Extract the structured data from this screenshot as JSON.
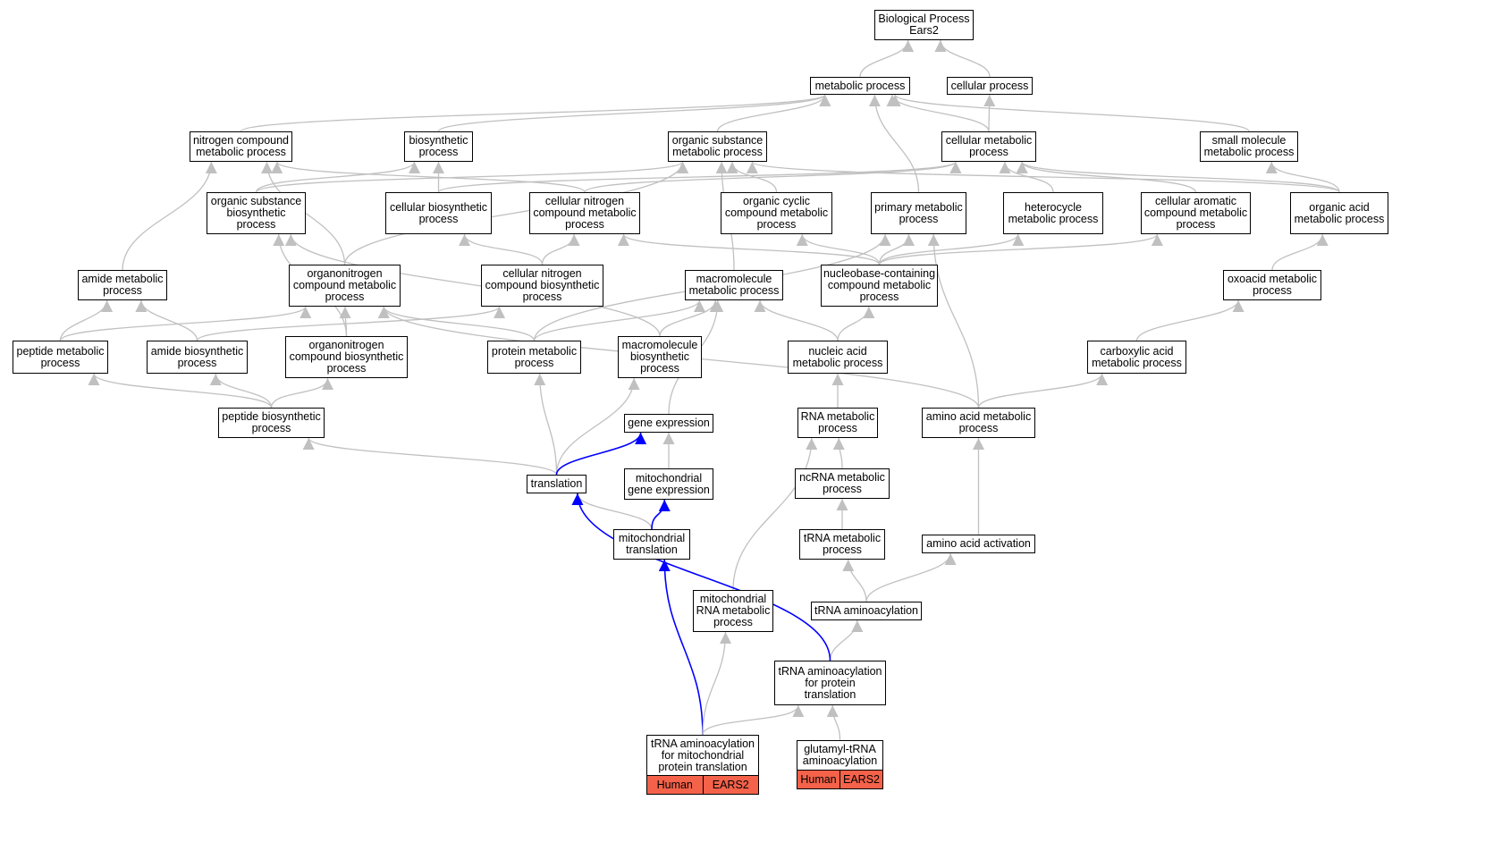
{
  "colors": {
    "edge": "#c0c0c0",
    "highlight": "#0000ff",
    "annotation": "#f4624a",
    "border": "#000000"
  },
  "nodes": {
    "root": "Biological Process\nEars2",
    "metabolic": "metabolic process",
    "cellular_process": "cellular process",
    "nitrogen_compound": "nitrogen compound\nmetabolic process",
    "biosynthetic": "biosynthetic\nprocess",
    "organic_substance": "organic substance\nmetabolic process",
    "cellular_metabolic": "cellular metabolic\nprocess",
    "small_molecule": "small molecule\nmetabolic process",
    "org_sub_biosynth": "organic substance\nbiosynthetic\nprocess",
    "cellular_biosynth": "cellular biosynthetic\nprocess",
    "cell_nitrogen_comp": "cellular nitrogen\ncompound metabolic\nprocess",
    "organic_cyclic": "organic cyclic\ncompound metabolic\nprocess",
    "primary_metabolic": "primary metabolic\nprocess",
    "heterocycle": "heterocycle\nmetabolic process",
    "cell_aromatic": "cellular aromatic\ncompound metabolic\nprocess",
    "organic_acid": "organic acid\nmetabolic process",
    "amide_metabolic": "amide metabolic\nprocess",
    "organonitrogen_comp": "organonitrogen\ncompound metabolic\nprocess",
    "cell_nitrogen_biosynth": "cellular nitrogen\ncompound biosynthetic\nprocess",
    "macromolecule_met": "macromolecule\nmetabolic process",
    "nucleobase": "nucleobase-containing\ncompound metabolic\nprocess",
    "oxoacid": "oxoacid metabolic\nprocess",
    "peptide_metabolic": "peptide metabolic\nprocess",
    "amide_biosynth": "amide biosynthetic\nprocess",
    "organonitrogen_biosynth": "organonitrogen\ncompound biosynthetic\nprocess",
    "protein_metabolic": "protein metabolic\nprocess",
    "macromolecule_biosynth": "macromolecule\nbiosynthetic\nprocess",
    "nucleic_acid": "nucleic acid\nmetabolic process",
    "carboxylic_acid": "carboxylic acid\nmetabolic process",
    "peptide_biosynth": "peptide biosynthetic\nprocess",
    "gene_expression": "gene expression",
    "rna_metabolic": "RNA metabolic\nprocess",
    "amino_acid_metabolic": "amino acid metabolic\nprocess",
    "translation": "translation",
    "mito_gene_expression": "mitochondrial\ngene expression",
    "ncrna": "ncRNA metabolic\nprocess",
    "mito_translation": "mitochondrial\ntranslation",
    "trna_metabolic": "tRNA metabolic\nprocess",
    "amino_acid_activation": "amino acid activation",
    "mito_rna": "mitochondrial\nRNA metabolic\nprocess",
    "trna_aminoacylation": "tRNA aminoacylation",
    "trna_aa_protein": "tRNA aminoacylation\nfor protein\ntranslation",
    "trna_aa_mito": "tRNA aminoacylation\nfor mitochondrial\nprotein translation",
    "glutamyl": "glutamyl-tRNA\naminoacylation"
  },
  "annotations": {
    "trna_aa_mito": [
      "Human",
      "EARS2"
    ],
    "glutamyl": [
      "Human",
      "EARS2"
    ]
  },
  "edges": [
    [
      "metabolic",
      "root",
      0
    ],
    [
      "cellular_process",
      "root",
      0
    ],
    [
      "nitrogen_compound",
      "metabolic",
      0
    ],
    [
      "biosynthetic",
      "metabolic",
      0
    ],
    [
      "organic_substance",
      "metabolic",
      0
    ],
    [
      "cellular_metabolic",
      "metabolic",
      0
    ],
    [
      "cellular_metabolic",
      "cellular_process",
      0
    ],
    [
      "small_molecule",
      "metabolic",
      0
    ],
    [
      "primary_metabolic",
      "metabolic",
      0
    ],
    [
      "org_sub_biosynth",
      "biosynthetic",
      0
    ],
    [
      "org_sub_biosynth",
      "organic_substance",
      0
    ],
    [
      "cellular_biosynth",
      "biosynthetic",
      0
    ],
    [
      "cellular_biosynth",
      "cellular_metabolic",
      0
    ],
    [
      "cell_nitrogen_comp",
      "nitrogen_compound",
      0
    ],
    [
      "cell_nitrogen_comp",
      "cellular_metabolic",
      0
    ],
    [
      "organic_cyclic",
      "organic_substance",
      0
    ],
    [
      "heterocycle",
      "cellular_metabolic",
      0
    ],
    [
      "cell_aromatic",
      "cellular_metabolic",
      0
    ],
    [
      "organic_acid",
      "organic_substance",
      0
    ],
    [
      "organic_acid",
      "cellular_metabolic",
      0
    ],
    [
      "organic_acid",
      "small_molecule",
      0
    ],
    [
      "amide_metabolic",
      "nitrogen_compound",
      0
    ],
    [
      "organonitrogen_comp",
      "nitrogen_compound",
      0
    ],
    [
      "organonitrogen_comp",
      "organic_substance",
      0
    ],
    [
      "cell_nitrogen_biosynth",
      "cellular_biosynth",
      0
    ],
    [
      "cell_nitrogen_biosynth",
      "cell_nitrogen_comp",
      0
    ],
    [
      "macromolecule_met",
      "organic_substance",
      0
    ],
    [
      "nucleobase",
      "organic_cyclic",
      0
    ],
    [
      "nucleobase",
      "primary_metabolic",
      0
    ],
    [
      "nucleobase",
      "heterocycle",
      0
    ],
    [
      "nucleobase",
      "cell_aromatic",
      0
    ],
    [
      "nucleobase",
      "cell_nitrogen_comp",
      0
    ],
    [
      "oxoacid",
      "organic_acid",
      0
    ],
    [
      "peptide_metabolic",
      "amide_metabolic",
      0
    ],
    [
      "peptide_metabolic",
      "organonitrogen_comp",
      0
    ],
    [
      "amide_biosynth",
      "amide_metabolic",
      0
    ],
    [
      "amide_biosynth",
      "cell_nitrogen_biosynth",
      0
    ],
    [
      "organonitrogen_biosynth",
      "organonitrogen_comp",
      0
    ],
    [
      "organonitrogen_biosynth",
      "org_sub_biosynth",
      0
    ],
    [
      "protein_metabolic",
      "organonitrogen_comp",
      0
    ],
    [
      "protein_metabolic",
      "macromolecule_met",
      0
    ],
    [
      "protein_metabolic",
      "primary_metabolic",
      0
    ],
    [
      "macromolecule_biosynth",
      "macromolecule_met",
      0
    ],
    [
      "macromolecule_biosynth",
      "org_sub_biosynth",
      0
    ],
    [
      "nucleic_acid",
      "macromolecule_met",
      0
    ],
    [
      "nucleic_acid",
      "nucleobase",
      0
    ],
    [
      "carboxylic_acid",
      "oxoacid",
      0
    ],
    [
      "peptide_biosynth",
      "peptide_metabolic",
      0
    ],
    [
      "peptide_biosynth",
      "amide_biosynth",
      0
    ],
    [
      "peptide_biosynth",
      "organonitrogen_biosynth",
      0
    ],
    [
      "gene_expression",
      "macromolecule_met",
      0
    ],
    [
      "rna_metabolic",
      "nucleic_acid",
      0
    ],
    [
      "amino_acid_metabolic",
      "carboxylic_acid",
      0
    ],
    [
      "amino_acid_metabolic",
      "organonitrogen_comp",
      0
    ],
    [
      "amino_acid_metabolic",
      "primary_metabolic",
      0
    ],
    [
      "translation",
      "peptide_biosynth",
      0
    ],
    [
      "translation",
      "protein_metabolic",
      0
    ],
    [
      "translation",
      "macromolecule_biosynth",
      0
    ],
    [
      "translation",
      "gene_expression",
      1
    ],
    [
      "mito_gene_expression",
      "gene_expression",
      0
    ],
    [
      "ncrna",
      "rna_metabolic",
      0
    ],
    [
      "mito_translation",
      "translation",
      0
    ],
    [
      "mito_translation",
      "mito_gene_expression",
      1
    ],
    [
      "trna_metabolic",
      "ncrna",
      0
    ],
    [
      "amino_acid_activation",
      "amino_acid_metabolic",
      0
    ],
    [
      "mito_rna",
      "rna_metabolic",
      0
    ],
    [
      "trna_aminoacylation",
      "trna_metabolic",
      0
    ],
    [
      "trna_aminoacylation",
      "amino_acid_activation",
      0
    ],
    [
      "trna_aa_protein",
      "trna_aminoacylation",
      0
    ],
    [
      "trna_aa_protein",
      "translation",
      1
    ],
    [
      "trna_aa_mito",
      "mito_translation",
      1
    ],
    [
      "trna_aa_mito",
      "mito_rna",
      0
    ],
    [
      "trna_aa_mito",
      "trna_aa_protein",
      0
    ],
    [
      "glutamyl",
      "trna_aa_protein",
      0
    ]
  ]
}
